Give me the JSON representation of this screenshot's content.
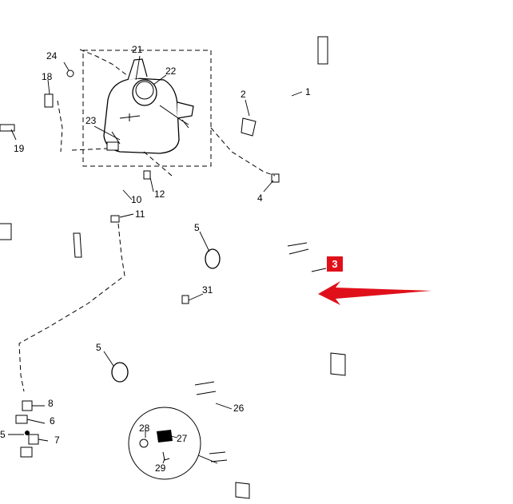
{
  "part_labels": {
    "p1": "1",
    "p2": "2",
    "p3": "3",
    "p4": "4",
    "p5a": "5",
    "p5b": "5",
    "p5c": "5",
    "p6": "6",
    "p7": "7",
    "p8": "8",
    "p10": "10",
    "p11": "11",
    "p12": "12",
    "p18": "18",
    "p19": "19",
    "p21": "21",
    "p22": "22",
    "p23": "23",
    "p24": "24",
    "p26": "26",
    "p27": "27",
    "p28": "28",
    "p29": "29",
    "p31": "31"
  },
  "highlight": {
    "part": "3",
    "badge_color": "#e0101b",
    "arrow_color": "#e0101b"
  }
}
